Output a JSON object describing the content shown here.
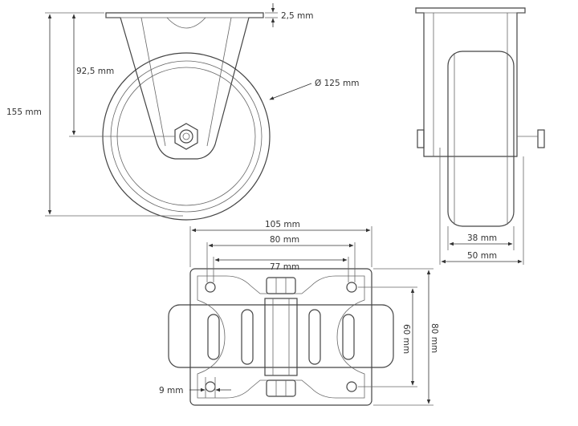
{
  "dimensions": {
    "total_height": "155 mm",
    "axle_height": "92,5 mm",
    "plate_thickness": "2,5 mm",
    "wheel_diameter": "Ø 125 mm",
    "wheel_width": "38 mm",
    "overall_width": "50 mm",
    "plate_length": "105 mm",
    "hole_spacing_outer": "80 mm",
    "hole_spacing_inner": "77 mm",
    "plate_width": "80 mm",
    "hole_spacing_width": "60 mm",
    "hole_diameter": "9 mm"
  }
}
